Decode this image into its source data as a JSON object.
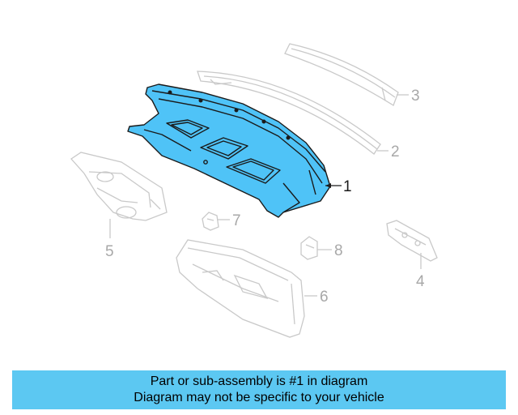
{
  "colors": {
    "highlight_fill": "#4fc3f7",
    "highlight_stroke": "#1a1a1a",
    "ghost_stroke": "#c9c9c9",
    "ghost_text": "#a8a8a8",
    "highlight_text": "#1a1a1a",
    "banner_bg": "#5cc8f2"
  },
  "callouts": {
    "c1": "1",
    "c2": "2",
    "c3": "3",
    "c4": "4",
    "c5": "5",
    "c6": "6",
    "c7": "7",
    "c8": "8"
  },
  "banner": {
    "line1": "Part or sub-assembly is #1 in diagram",
    "line2": "Diagram may not be specific to your vehicle"
  }
}
